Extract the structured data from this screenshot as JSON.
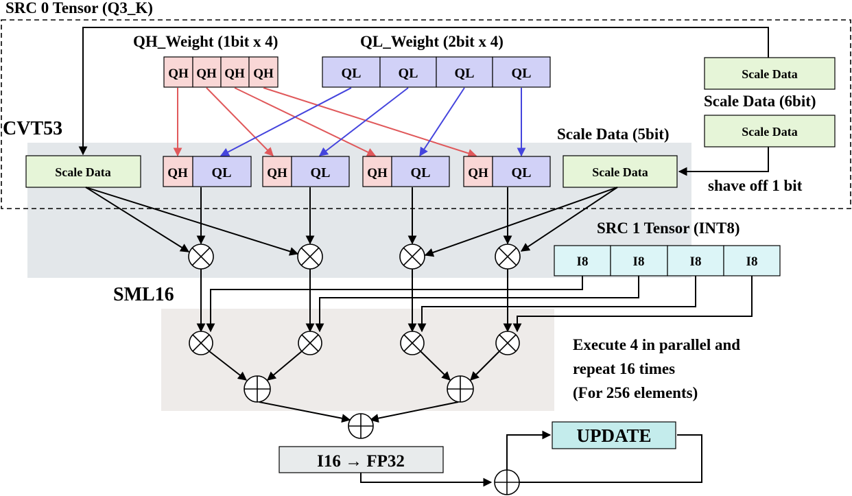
{
  "labels": {
    "src0_title": "SRC 0 Tensor (Q3_K)",
    "qh_weight_title": "QH_Weight (1bit x 4)",
    "ql_weight_title": "QL_Weight (2bit x 4)",
    "cvt_label": "CVT53",
    "scale_6bit_label": "Scale Data (6bit)",
    "scale_5bit_label": "Scale Data (5bit)",
    "shave_label": "shave off 1 bit",
    "src1_title": "SRC 1 Tensor (INT8)",
    "sml_label": "SML16",
    "execute_line1": "Execute 4 in parallel and",
    "execute_line2": "repeat 16 times",
    "execute_line3": "(For 256 elements)",
    "convert_label": "I16 → FP32",
    "update_label": "UPDATE"
  },
  "blocks": {
    "qh_cell": "QH",
    "ql_cell": "QL",
    "i8_cell": "I8",
    "scale_data": "Scale Data"
  },
  "colors": {
    "qh_fill": "#f9d7d6",
    "ql_fill": "#d1d1f7",
    "scale_fill": "#e6f5d8",
    "i8_fill": "#dcf5f7",
    "update_fill": "#c4ecec",
    "convert_fill": "#e8ebec",
    "cvt_region": "#e3e7ea",
    "sml_region": "#eeebe9",
    "red_arrow": "#e0585a",
    "blue_arrow": "#4444dd",
    "black": "#000000"
  }
}
